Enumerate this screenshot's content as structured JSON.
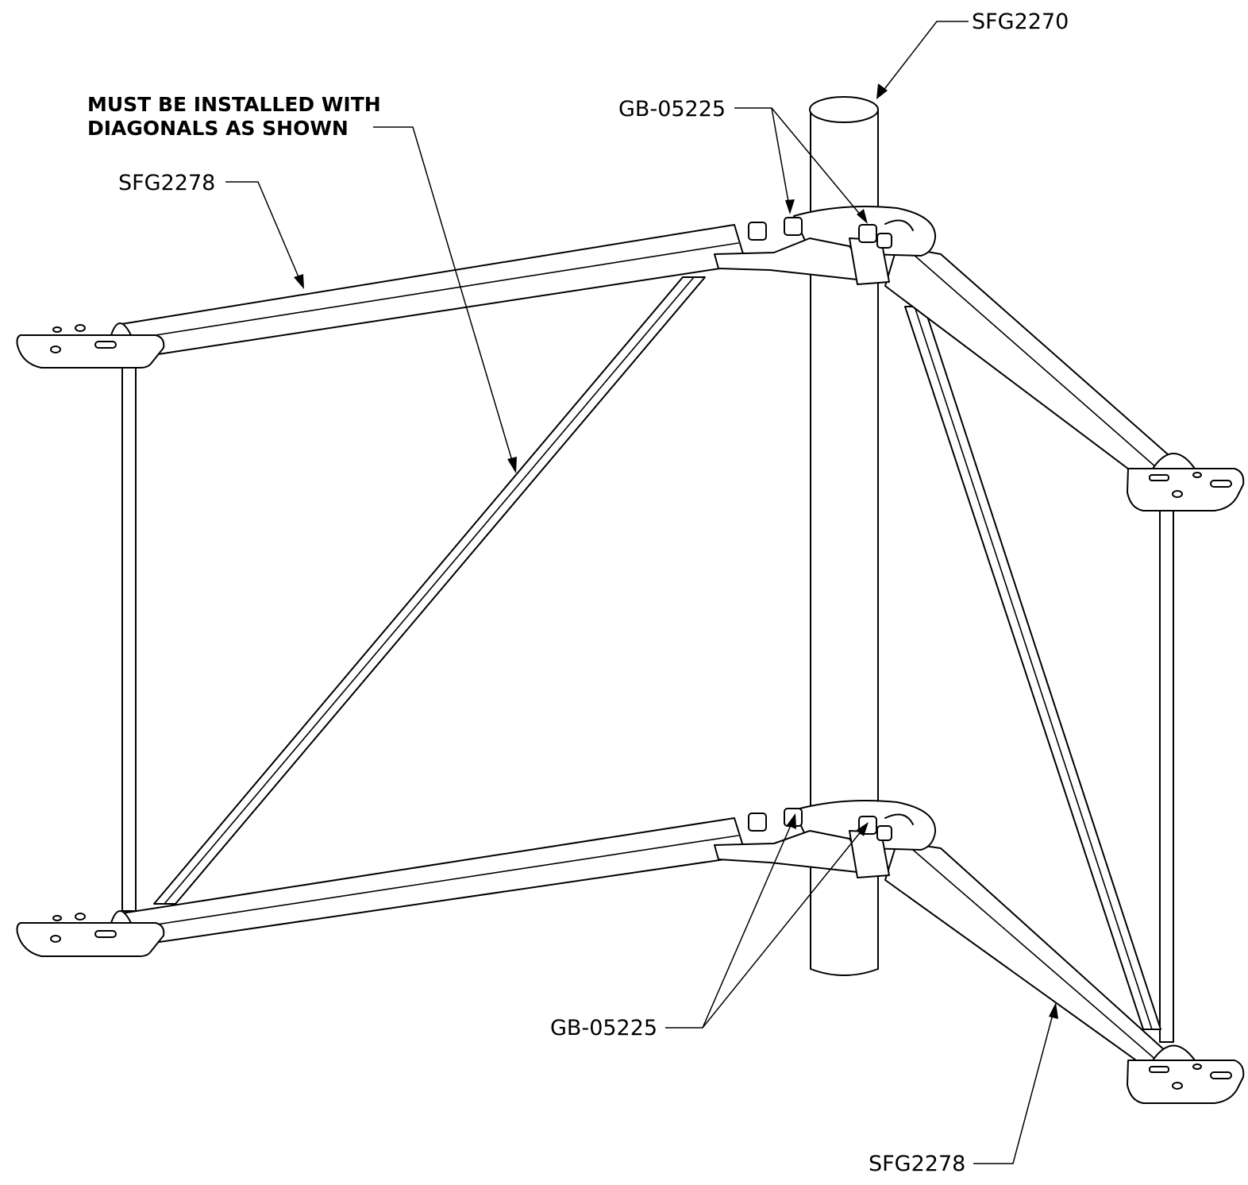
{
  "callouts": {
    "pipe": "SFG2270",
    "hardware_top": "GB-05225",
    "hardware_bottom": "GB-05225",
    "arm_top": "SFG2278",
    "arm_bottom": "SFG2278"
  },
  "note": {
    "line1": "MUST BE INSTALLED WITH",
    "line2": "DIAGONALS AS SHOWN"
  }
}
